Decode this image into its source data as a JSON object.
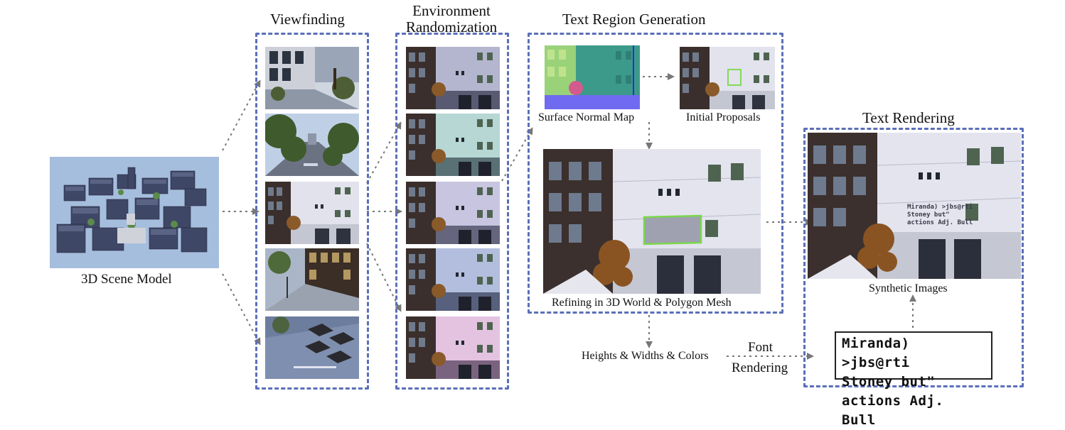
{
  "titles": {
    "viewfinding": "Viewfinding",
    "env_line1": "Environment",
    "env_line2": "Randomization",
    "text_region": "Text Region Generation",
    "text_rendering": "Text Rendering"
  },
  "labels": {
    "scene_model": "3D Scene Model",
    "surface_normal": "Surface Normal Map",
    "initial_proposals": "Initial Proposals",
    "refining": "Refining in 3D World & Polygon Mesh",
    "synthetic_images": "Synthetic Images",
    "heights_widths": "Heights & Widths & Colors",
    "font": "Font",
    "rendering": "Rendering"
  },
  "font_sample": {
    "line1": "Miranda) >jbs@rti",
    "line2": "Stoney but\"",
    "line3": "actions Adj. Bull"
  },
  "colors": {
    "dashed_border": "#5b6fb8",
    "arrow": "#777777",
    "proposal_outline": "#7ad84a"
  },
  "env_tints": [
    "#8d8fb6",
    "#8fc2bc",
    "#a9a6cf",
    "#8b9ccc",
    "#d6a3d2"
  ]
}
